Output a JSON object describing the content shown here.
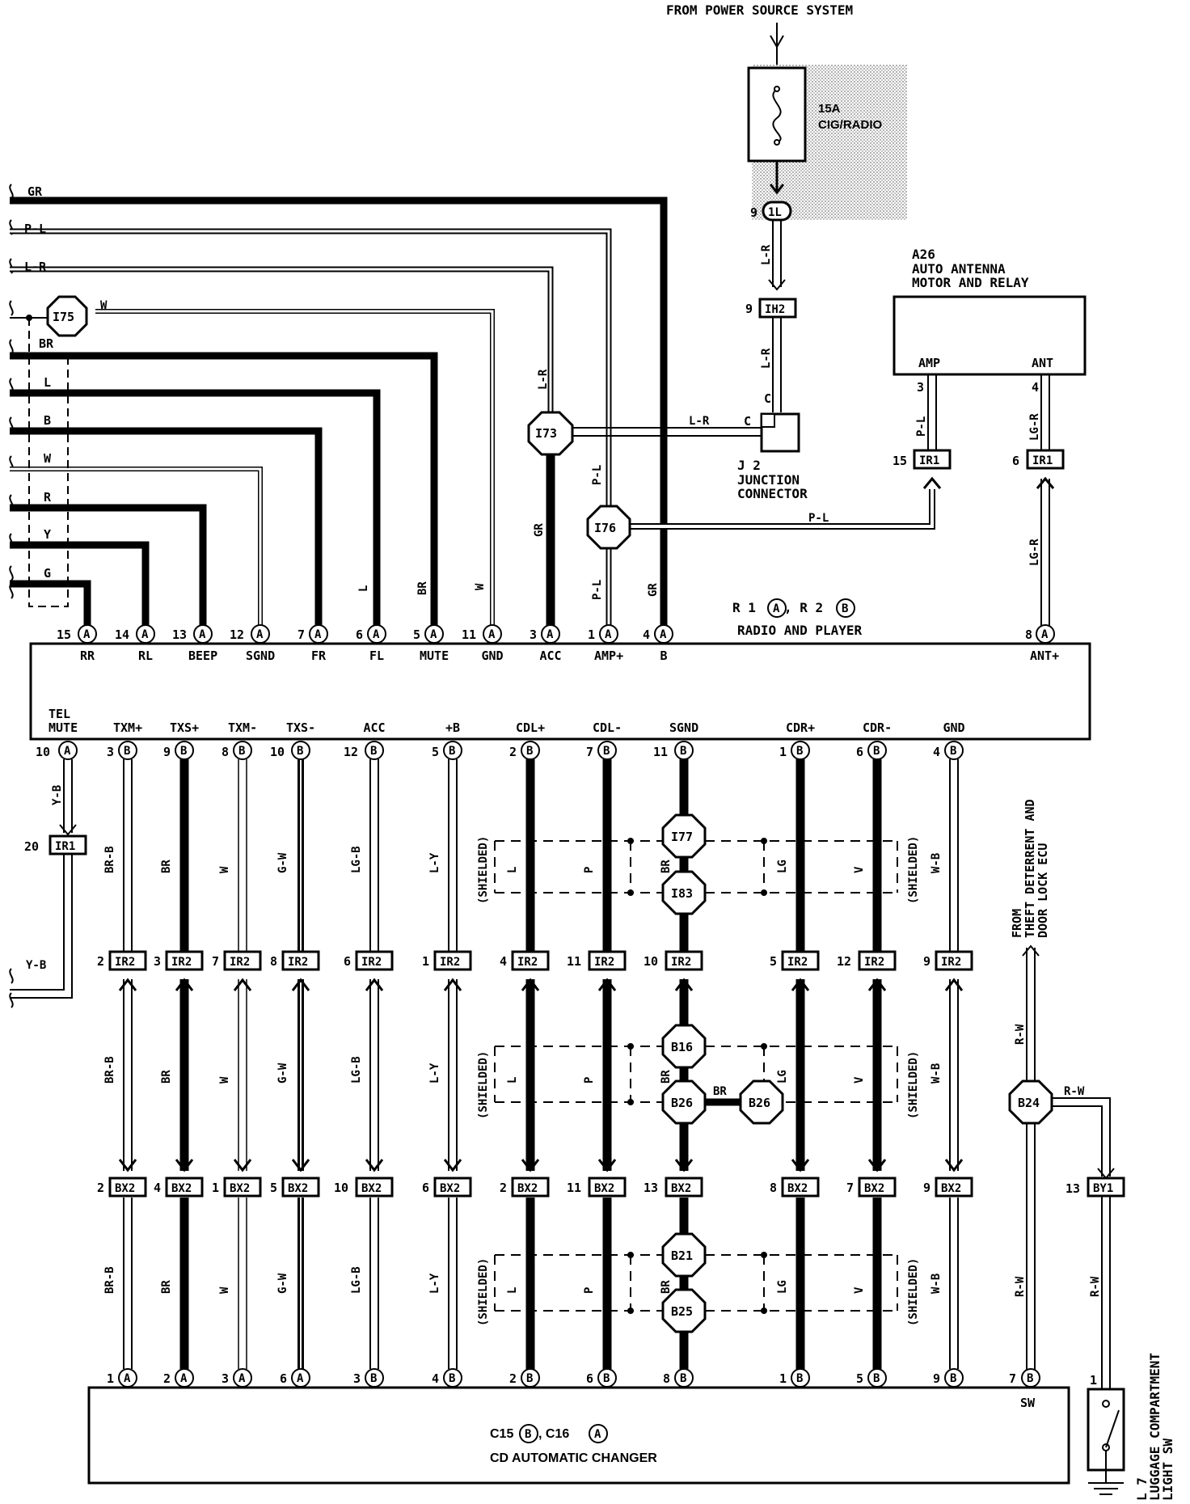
{
  "header": {
    "source": "FROM POWER SOURCE SYSTEM",
    "fuse_rating": "15A",
    "fuse_name": "CIG/RADIO"
  },
  "labels": {
    "lr": "L-R",
    "pl": "P-L",
    "lgr": "LG-R",
    "yb": "Y-B",
    "shielded": "(SHIELDED)",
    "br": "BR",
    "rw": "R-W"
  },
  "connectors": {
    "c1l": {
      "pin": "9",
      "code": "1L"
    },
    "ih2": {
      "pin": "9",
      "code": "IH2",
      "pin_c": "C"
    },
    "i173": "I73",
    "i175": "I75",
    "i176": "I76",
    "i177": "I77",
    "i183": "I83",
    "b16": "B16",
    "b26": "B26",
    "b21": "B21",
    "b25": "B25",
    "b24": "B24",
    "ir1": "IR1",
    "ir2": "IR2",
    "bx2": "BX2",
    "by1": "BY1",
    "ir1_15": "15",
    "ir1_6": "6",
    "ir1_20": "20",
    "by1_pin": "13"
  },
  "j2": {
    "id": "J 2",
    "name1": "JUNCTION",
    "name2": "CONNECTOR",
    "pin": "C"
  },
  "a26": {
    "id": "A26",
    "name1": "AUTO ANTENNA",
    "name2": "MOTOR AND RELAY",
    "amp": "AMP",
    "ant": "ANT",
    "pin3": "3",
    "pin4": "4"
  },
  "radio": {
    "id": "R 1",
    "a_letter": "A",
    "sep": ", R 2",
    "b_letter": "B",
    "name": "RADIO AND PLAYER",
    "tel1": "TEL",
    "tel2": "MUTE",
    "ant_pin": "8",
    "ant_label": "ANT+"
  },
  "left_wires": [
    "GR",
    "P-L",
    "L-R",
    "W",
    "BR",
    "L",
    "B",
    "W",
    "R",
    "Y",
    "G"
  ],
  "top_pins": [
    {
      "pin": "15",
      "label": "RR",
      "wire": ""
    },
    {
      "pin": "14",
      "label": "RL",
      "wire": ""
    },
    {
      "pin": "13",
      "label": "BEEP",
      "wire": ""
    },
    {
      "pin": "12",
      "label": "SGND",
      "wire": ""
    },
    {
      "pin": "7",
      "label": "FR",
      "wire": ""
    },
    {
      "pin": "6",
      "label": "FL",
      "wire": "L"
    },
    {
      "pin": "5",
      "label": "MUTE",
      "wire": "BR"
    },
    {
      "pin": "11",
      "label": "GND",
      "wire": "W"
    },
    {
      "pin": "3",
      "label": "ACC",
      "wire": "GR"
    },
    {
      "pin": "1",
      "label": "AMP+",
      "wire": "P-L"
    },
    {
      "pin": "4",
      "label": "B",
      "wire": "GR"
    }
  ],
  "bottom_cols": [
    {
      "label": "TXM+",
      "rp": "3",
      "rl": "B",
      "wire": "BR-B",
      "ir2": "2",
      "bx2": "2",
      "cp": "1",
      "cl": "A"
    },
    {
      "label": "TXS+",
      "rp": "9",
      "rl": "B",
      "wire": "BR",
      "ir2": "3",
      "bx2": "4",
      "cp": "2",
      "cl": "A"
    },
    {
      "label": "TXM-",
      "rp": "8",
      "rl": "B",
      "wire": "W",
      "ir2": "7",
      "bx2": "1",
      "cp": "3",
      "cl": "A"
    },
    {
      "label": "TXS-",
      "rp": "10",
      "rl": "B",
      "wire": "G-W",
      "ir2": "8",
      "bx2": "5",
      "cp": "6",
      "cl": "A"
    },
    {
      "label": "ACC",
      "rp": "12",
      "rl": "B",
      "wire": "LG-B",
      "ir2": "6",
      "bx2": "10",
      "cp": "3",
      "cl": "B"
    },
    {
      "label": "+B",
      "rp": "5",
      "rl": "B",
      "wire": "L-Y",
      "ir2": "1",
      "bx2": "6",
      "cp": "4",
      "cl": "B"
    },
    {
      "label": "CDL+",
      "rp": "2",
      "rl": "B",
      "wire": "L",
      "ir2": "4",
      "bx2": "2",
      "cp": "2",
      "cl": "B"
    },
    {
      "label": "CDL-",
      "rp": "7",
      "rl": "B",
      "wire": "P",
      "ir2": "11",
      "bx2": "11",
      "cp": "6",
      "cl": "B"
    },
    {
      "label": "SGND",
      "rp": "11",
      "rl": "B",
      "wire": "BR",
      "ir2": "10",
      "bx2": "13",
      "cp": "8",
      "cl": "B"
    },
    {
      "label": "CDR+",
      "rp": "1",
      "rl": "B",
      "wire": "LG",
      "ir2": "5",
      "bx2": "8",
      "cp": "1",
      "cl": "B"
    },
    {
      "label": "CDR-",
      "rp": "6",
      "rl": "B",
      "wire": "V",
      "ir2": "12",
      "bx2": "7",
      "cp": "5",
      "cl": "B"
    },
    {
      "label": "GND",
      "rp": "4",
      "rl": "B",
      "wire": "W-B",
      "ir2": "9",
      "bx2": "9",
      "cp": "9",
      "cl": "B"
    }
  ],
  "tel_mute": {
    "pin": "10",
    "letter": "A"
  },
  "changer": {
    "c15": "C15",
    "b": "B",
    "sep": ", C16",
    "a": "A",
    "name": "CD AUTOMATIC CHANGER",
    "sw_pin": "7",
    "sw_letter": "B",
    "sw_label": "SW"
  },
  "theft": {
    "l1": "FROM",
    "l2": "THEFT DETERRENT AND",
    "l3": "DOOR LOCK ECU"
  },
  "l7": {
    "id": "L 7",
    "l2": "LUGGAGE COMPARTMENT",
    "l3": "LIGHT SW",
    "pin": "1"
  }
}
